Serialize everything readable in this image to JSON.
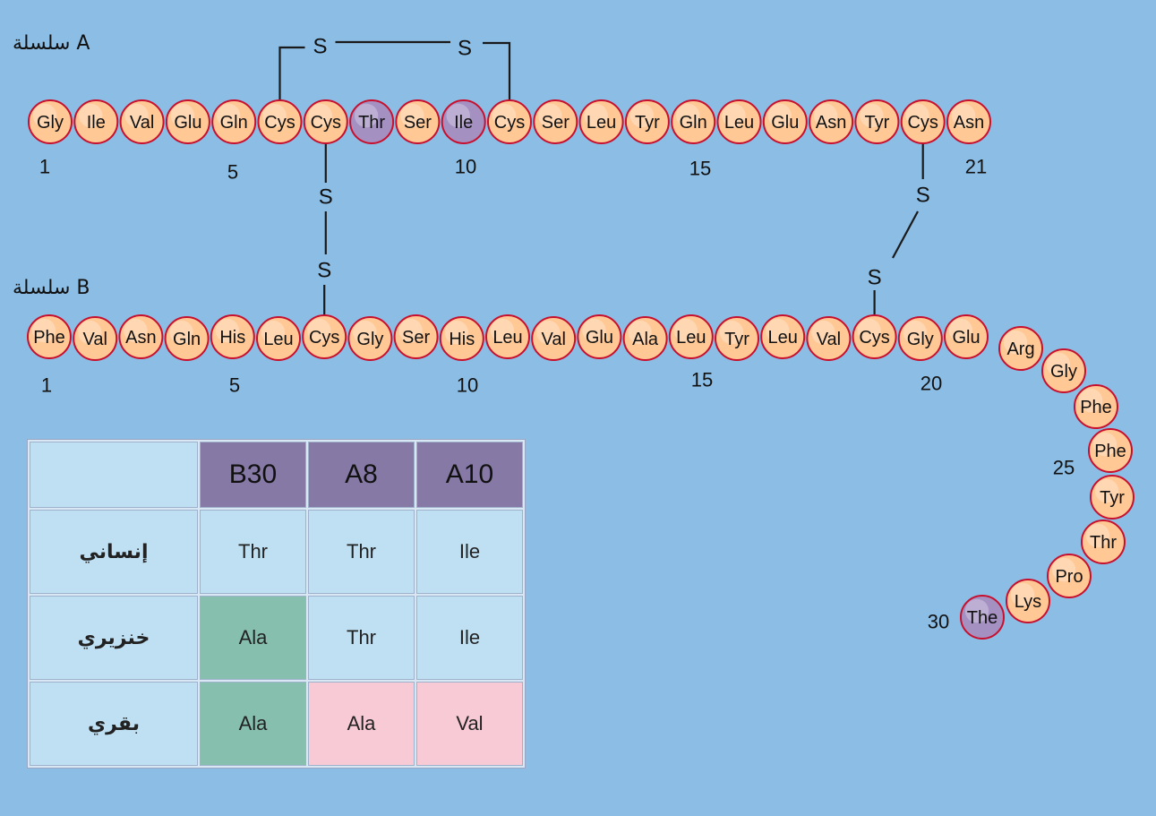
{
  "chain_a": {
    "label": "سلسلة A",
    "residues": [
      "Gly",
      "Ile",
      "Val",
      "Glu",
      "Gln",
      "Cys",
      "Cys",
      "Thr",
      "Ser",
      "Ile",
      "Cys",
      "Ser",
      "Leu",
      "Tyr",
      "Gln",
      "Leu",
      "Glu",
      "Asn",
      "Tyr",
      "Cys",
      "Asn"
    ],
    "highlighted": [
      8,
      10
    ],
    "position_labels": [
      "1",
      "5",
      "10",
      "15",
      "21"
    ]
  },
  "chain_b": {
    "label": "سلسلة B",
    "residues": [
      "Phe",
      "Val",
      "Asn",
      "Gln",
      "His",
      "Leu",
      "Cys",
      "Gly",
      "Ser",
      "His",
      "Leu",
      "Val",
      "Glu",
      "Ala",
      "Leu",
      "Tyr",
      "Leu",
      "Val",
      "Cys",
      "Gly",
      "Glu",
      "Arg",
      "Gly",
      "Phe",
      "Phe",
      "Tyr",
      "Thr",
      "Pro",
      "Lys",
      "The"
    ],
    "highlighted": [
      30
    ],
    "position_labels": [
      "1",
      "5",
      "10",
      "15",
      "20",
      "25",
      "30"
    ]
  },
  "disulfide_bond_symbol": "S",
  "disulfide_bonds": [
    {
      "type": "intrachain",
      "from": "A6",
      "to": "A11"
    },
    {
      "type": "interchain",
      "from": "A7",
      "to": "B7"
    },
    {
      "type": "interchain",
      "from": "A20",
      "to": "B19"
    }
  ],
  "colors": {
    "background": "#8bbde5",
    "residue_fill": "#ffc895",
    "residue_stroke": "#c8102e",
    "highlight_fill": "#a491c2",
    "table_header": "#8679a6",
    "table_cell": "#bfe0f3",
    "table_green": "#86bfae",
    "table_pink": "#f8cad6"
  },
  "table": {
    "headers": [
      "B30",
      "A8",
      "A10"
    ],
    "rows": [
      {
        "species": "إنساني",
        "values": [
          "Thr",
          "Thr",
          "Ile"
        ],
        "styles": [
          "",
          "",
          ""
        ]
      },
      {
        "species": "خنزيري",
        "values": [
          "Ala",
          "Thr",
          "Ile"
        ],
        "styles": [
          "green",
          "",
          ""
        ]
      },
      {
        "species": "بقري",
        "values": [
          "Ala",
          "Ala",
          "Val"
        ],
        "styles": [
          "green",
          "pink",
          "pink"
        ]
      }
    ]
  }
}
